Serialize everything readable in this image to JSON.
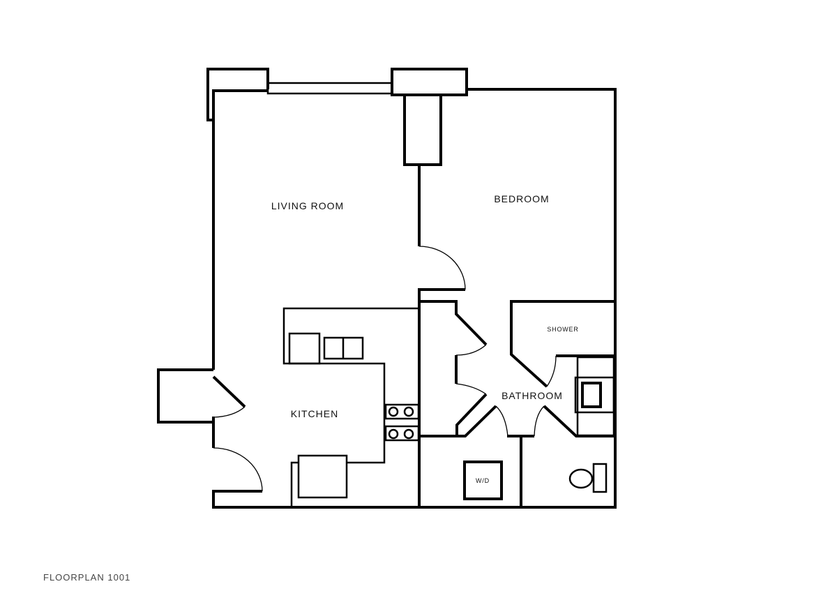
{
  "plan": {
    "rooms": {
      "living_room": "LIVING ROOM",
      "bedroom": "BEDROOM",
      "kitchen": "KITCHEN",
      "bathroom": "BATHROOM",
      "shower": "SHOWER",
      "washer_dryer": "W/D"
    },
    "caption": "FLOORPLAN 1001",
    "colors": {
      "line": "#000000",
      "background": "#ffffff",
      "caption": "#444444"
    }
  }
}
